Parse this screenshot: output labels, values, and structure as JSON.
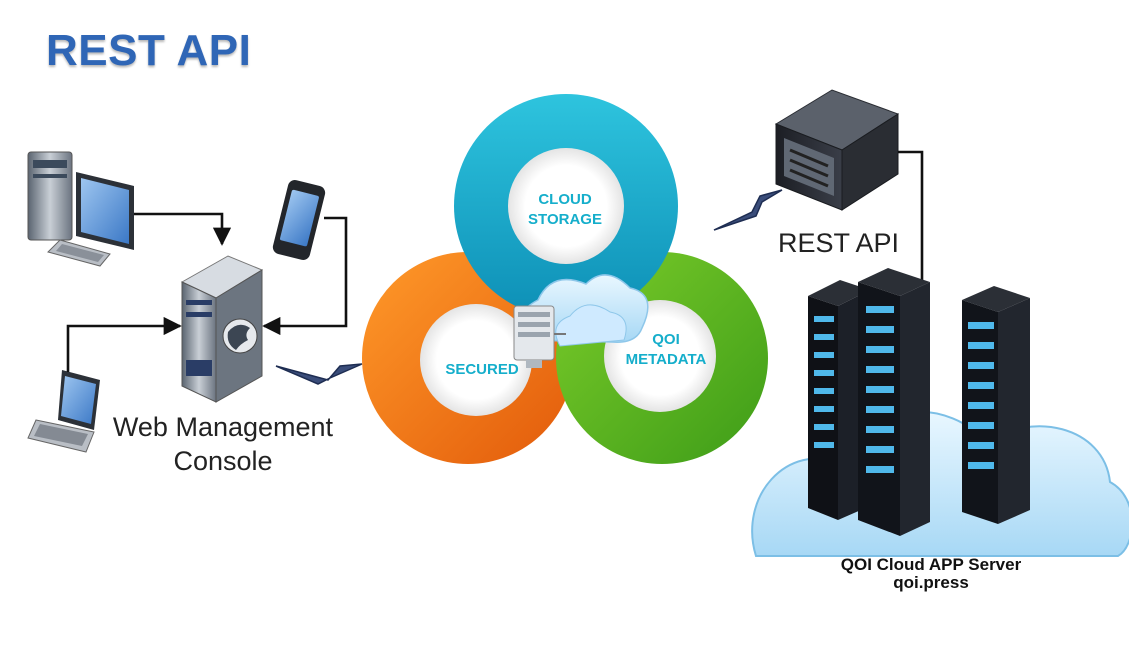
{
  "title": "REST API",
  "left": {
    "console_line1": "Web Management",
    "console_line2": "Console"
  },
  "center": {
    "top_ring_line1": "CLOUD",
    "top_ring_line2": "STORAGE",
    "left_ring": "SECURED",
    "right_ring_line1": "QOI",
    "right_ring_line2": "METADATA"
  },
  "right": {
    "rest_api_label": "REST API",
    "server_line1": "QOI Cloud APP Server",
    "server_line2": "qoi.press"
  },
  "colors": {
    "title": "#2f66b6",
    "ring_top": "#16b3d1",
    "ring_left": "#f47b16",
    "ring_right": "#58b61f",
    "ring_text": "#15aecb"
  },
  "icons": [
    "desktop-computer-icon",
    "mobile-phone-icon",
    "laptop-icon",
    "globe-server-icon",
    "rack-server-icon",
    "cloud-server-icon",
    "server-cluster-icon",
    "cloud-icon",
    "lightning-link-icon"
  ]
}
